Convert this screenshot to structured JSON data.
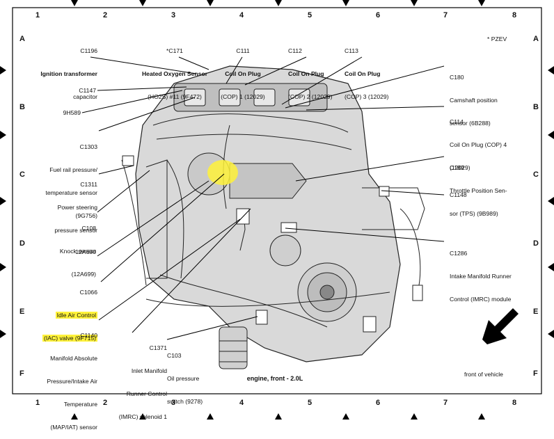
{
  "grid": {
    "columns": [
      "1",
      "2",
      "3",
      "4",
      "5",
      "6",
      "7",
      "8"
    ],
    "rows": [
      "A",
      "B",
      "C",
      "D",
      "E",
      "F"
    ]
  },
  "note": "* PZEV",
  "caption": "engine, front - 2.0L",
  "front_label": "front of vehicle",
  "highlight_color": "#fff23a",
  "labels": {
    "c1196": {
      "id": "C1196",
      "line1": "Ignition transformer",
      "line2": "capacitor"
    },
    "c171": {
      "id": "*C171",
      "line1": "Heated Oxygen Sensor",
      "line2": "(HO2S) #11 (9F472)"
    },
    "c111": {
      "id": "C111",
      "line1": "Coil On Plug",
      "line2": "(COP) 1 (12029)"
    },
    "c112": {
      "id": "C112",
      "line1": "Coil On Plug",
      "line2": "(COP) 2 (12029)"
    },
    "c113": {
      "id": "C113",
      "line1": "Coil On Plug",
      "line2": "(COP) 3 (12029)"
    },
    "c1147": {
      "id": "C1147"
    },
    "h589": {
      "id": "9H589"
    },
    "c1303": {
      "id": "C1303",
      "line1": "Fuel rail pressure/",
      "line2": "temperature sensor",
      "line3": "(9G756)"
    },
    "c1311": {
      "id": "C1311",
      "line1": "Power steering",
      "line2": "pressure sensor"
    },
    "c108": {
      "id": "C108",
      "line1": "Knock sensor",
      "line2": "(12A699)"
    },
    "a690": {
      "id": "12A690"
    },
    "c1066": {
      "id": "C1066",
      "line1": "Idle Air Control",
      "line2": "(IAC) valve (9F715)"
    },
    "c1140": {
      "id": "C1140",
      "line1": "Manifold Absolute",
      "line2": "Pressure/Intake Air",
      "line3": "Temperature",
      "line4": "(MAP/IAT) sensor"
    },
    "c1371": {
      "id": "C1371",
      "line1": "Inlet Manifold",
      "line2": "Runner Control",
      "line3": "(IMRC) solenoid 1"
    },
    "c103": {
      "id": "C103",
      "line1": "Oil pressure",
      "line2": "switch (9278)"
    },
    "c180": {
      "id": "C180",
      "line1": "Camshaft position",
      "line2": "sensor (6B288)"
    },
    "c114": {
      "id": "C114",
      "line1": "Coil On Plug (COP) 4",
      "line2": "(12029)"
    },
    "c189": {
      "id": "C189",
      "line1": "Throttle Position Sen-",
      "line2": "sor (TPS) (9B989)"
    },
    "c1148": {
      "id": "C1148"
    },
    "c1286": {
      "id": "C1286",
      "line1": "Intake Manifold Runner",
      "line2": "Control (IMRC) module"
    }
  }
}
